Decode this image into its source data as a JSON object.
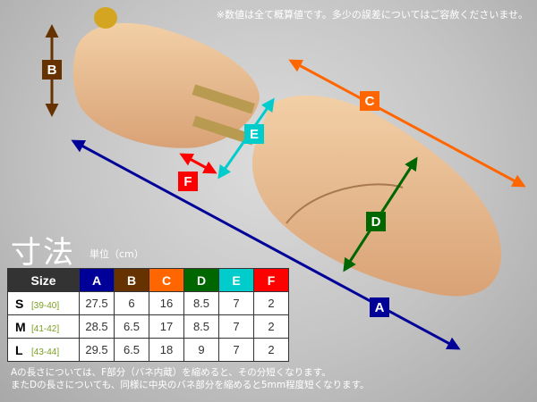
{
  "note_top": "※数値は全て概算値です。多少の誤差についてはご容赦くださいませ。",
  "title": "寸法",
  "unit": "単位（cm）",
  "labels": {
    "A": "A",
    "B": "B",
    "C": "C",
    "D": "D",
    "E": "E",
    "F": "F"
  },
  "colors": {
    "A": "#000099",
    "B": "#663300",
    "C": "#ff6600",
    "D": "#006600",
    "E": "#00cccc",
    "F": "#ff0000"
  },
  "table": {
    "headers": [
      "Size",
      "A",
      "B",
      "C",
      "D",
      "E",
      "F"
    ],
    "rows": [
      {
        "size": "S",
        "range": "[39-40]",
        "values": [
          "27.5",
          "6",
          "16",
          "8.5",
          "7",
          "2"
        ]
      },
      {
        "size": "M",
        "range": "[41-42]",
        "values": [
          "28.5",
          "6.5",
          "17",
          "8.5",
          "7",
          "2"
        ]
      },
      {
        "size": "L",
        "range": "[43-44]",
        "values": [
          "29.5",
          "6.5",
          "18",
          "9",
          "7",
          "2"
        ]
      }
    ]
  },
  "notes": [
    "Aの長さについては、F部分（バネ内蔵）を縮めると、その分短くなります。",
    "またDの長さについても、同様に中央のバネ部分を縮めると5mm程度短くなります。"
  ]
}
